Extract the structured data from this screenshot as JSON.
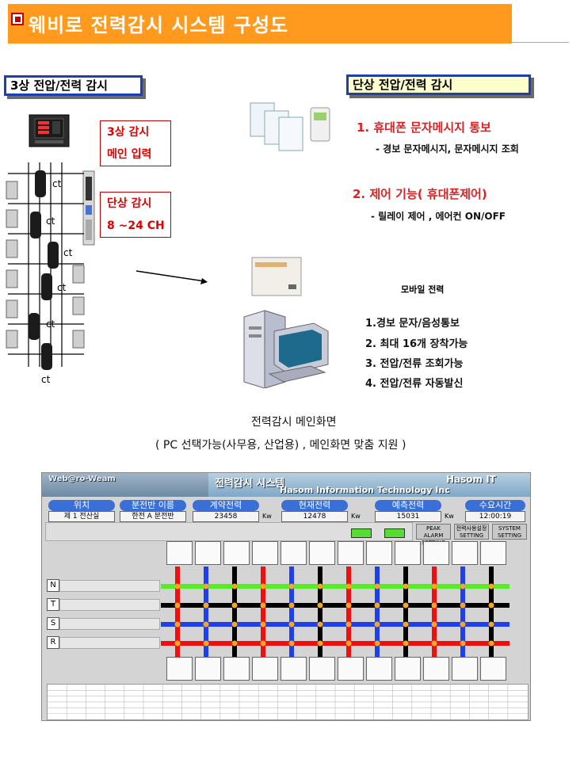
{
  "header": {
    "title": "웨비로 전력감시 시스템 구성도"
  },
  "three_phase": {
    "title": "3상 전압/전력 감시",
    "box_line1": "3상 감시",
    "box_line2": "메인 입력"
  },
  "single_phase": {
    "title": "단상 전압/전력 감시",
    "box_line1": "단상 감시",
    "box_line2": "8 ~24 CH"
  },
  "ct_label": "ct",
  "features": [
    {
      "title": "1. 휴대폰 문자메시지 통보",
      "detail": "- 경보 문자메시지, 문자메시지 조회"
    },
    {
      "title": "2. 제어 기능( 휴대폰제어)",
      "detail": "- 릴레이 제어 , 에어컨 ON/OFF"
    }
  ],
  "mobile_label": "모바일 전력",
  "mobile_list": [
    "1.경보 문자/음성통보",
    "2. 최대 16개 장착가능",
    "3. 전압/전류 조회가능",
    "4. 전압/전류 자동발신"
  ],
  "caption1": "전력감시 메인화면",
  "caption2": "( PC 선택가능(사무용, 산업용) , 메인화면 맞춤 지원 )",
  "panel": {
    "logo": "Web@ro-Weam",
    "title": "전력감시 시스템",
    "company": "Hasom Information Technology Inc",
    "brand": "Hasom IT",
    "info": [
      {
        "label": "위치",
        "value": "제 1 전산실"
      },
      {
        "label": "분전반 이름",
        "value": "한전 A 분전반"
      },
      {
        "label": "계약전력",
        "value": "23458",
        "unit": "Kw"
      },
      {
        "label": "현재전력",
        "value": "12478",
        "unit": "Kw"
      },
      {
        "label": "예측전력",
        "value": "15031",
        "unit": "Kw"
      },
      {
        "label": "수요시간",
        "value": "12:00:19"
      }
    ],
    "buttons": [
      "PEAK ALARM SETTING",
      "전력사용설정 SETTING",
      "SYSTEM SETTING"
    ],
    "phases": [
      "N",
      "T",
      "S",
      "R"
    ],
    "colors": {
      "N": "#55ee22",
      "T": "#000000",
      "S": "#1f3fe8",
      "R": "#ee1010",
      "vertical_red": "#ee1010",
      "vertical_blue": "#1f3fe8",
      "vertical_black": "#000000"
    }
  }
}
